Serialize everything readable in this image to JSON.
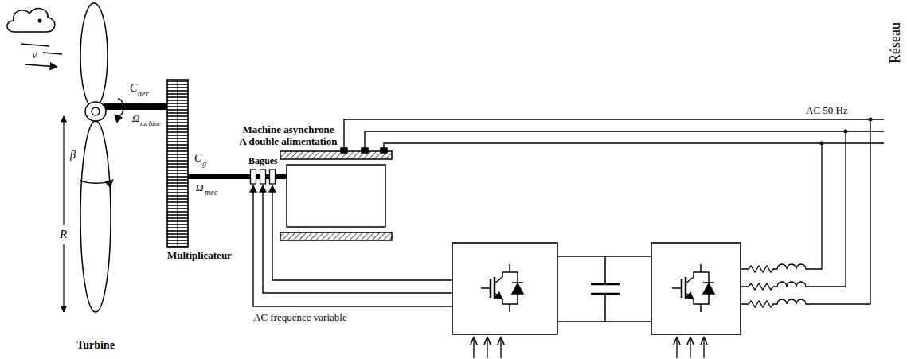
{
  "diagram": {
    "nodes": [
      {
        "text": [
          "Turbine"
        ]
      },
      {
        "text": [
          "Multiplicateur"
        ]
      },
      {
        "text": [
          "Machine asynchrone A double alimentation"
        ]
      }
    ],
    "edges": [
      {
        "from": 0,
        "to": 1,
        "arrow": "none"
      },
      {
        "from": 1,
        "to": 2,
        "arrow": "none"
      }
    ],
    "labels": [
      "v",
      "C",
      "aer",
      "Ω",
      "turbine",
      "β",
      "R",
      "C",
      "g",
      "Ω",
      "mec",
      "Bagues",
      "AC 50 Hz",
      "Réseau",
      "AC fréquence variable"
    ]
  }
}
